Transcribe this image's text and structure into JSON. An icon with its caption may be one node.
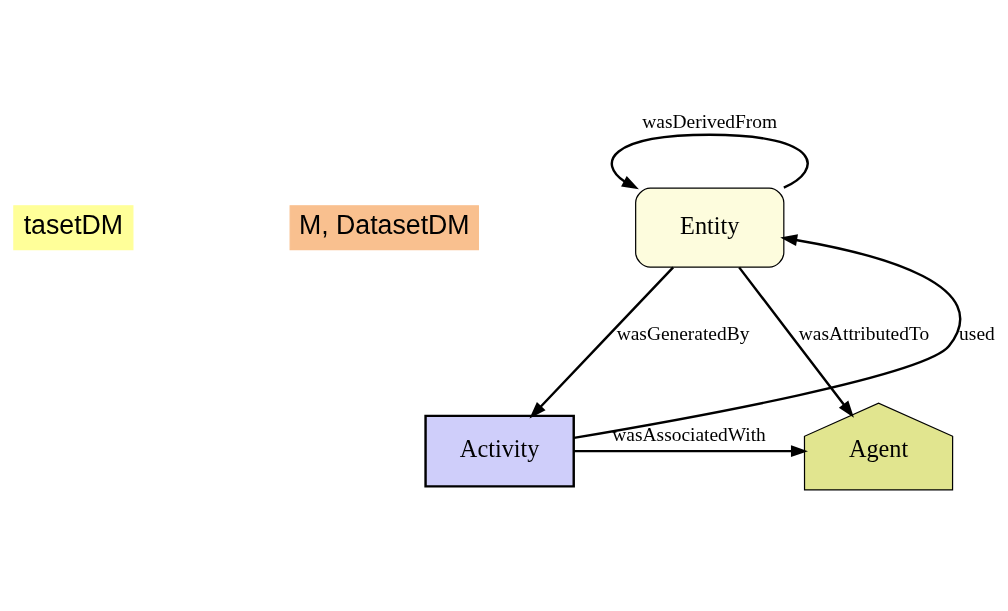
{
  "diagram": {
    "nodes": [
      {
        "text": [
          "tasetDM"
        ]
      },
      {
        "text": [
          "M, DatasetDM"
        ]
      },
      {
        "text": [
          "Entity"
        ]
      },
      {
        "text": [
          "Agent"
        ]
      },
      {
        "text": [
          "Activity"
        ]
      }
    ],
    "edges": [
      {
        "from": 2,
        "to": 2,
        "arrow": "to",
        "label": "wasDerivedFrom"
      },
      {
        "from": 2,
        "to": 3,
        "arrow": "to",
        "label": "wasAttributedTo"
      },
      {
        "from": 2,
        "to": 4,
        "arrow": "to",
        "label": "wasGeneratedBy"
      },
      {
        "from": 4,
        "to": 2,
        "arrow": "to",
        "label": "used"
      },
      {
        "from": 4,
        "to": 3,
        "arrow": "to",
        "label": "wasAssociatedWith"
      }
    ]
  }
}
